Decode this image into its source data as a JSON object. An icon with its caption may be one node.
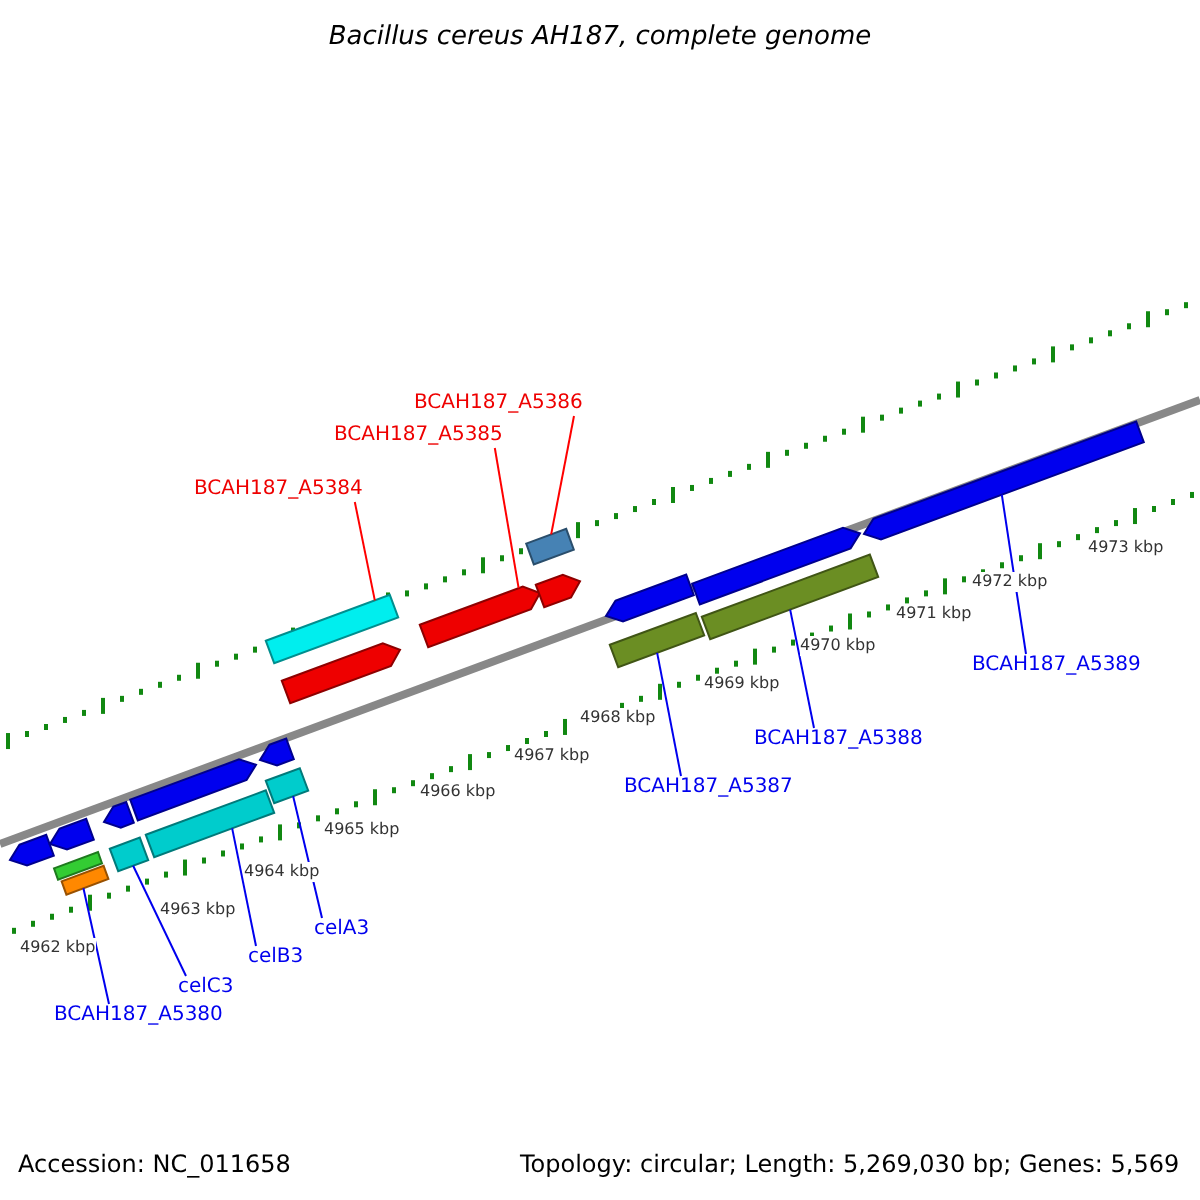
{
  "diagram": {
    "title": "Bacillus cereus AH187, complete genome",
    "nodes": [
      {
        "text": [
          "BCAH187_A5386"
        ]
      },
      {
        "text": [
          "BCAH187_A5385"
        ]
      },
      {
        "text": [
          "BCAH187_A5384"
        ]
      },
      {
        "text": [
          "BCAH187_A5389"
        ]
      },
      {
        "text": [
          "BCAH187_A5388"
        ]
      },
      {
        "text": [
          "BCAH187_A5387"
        ]
      },
      {
        "text": [
          "celA3"
        ]
      },
      {
        "text": [
          "celB3"
        ]
      },
      {
        "text": [
          "celC3"
        ]
      },
      {
        "text": [
          "BCAH187_A5380"
        ]
      },
      {
        "text": [],
        "shape": "bar"
      },
      {
        "text": [],
        "shape": "bar"
      },
      {
        "text": [],
        "shape": "bar"
      },
      {
        "text": [],
        "shape": "bar"
      },
      {
        "text": [],
        "shape": "bar"
      },
      {
        "text": [],
        "shape": "bar"
      },
      {
        "text": [],
        "shape": "bar"
      },
      {
        "text": [],
        "shape": "bar"
      },
      {
        "text": [],
        "shape": "bar"
      },
      {
        "text": [],
        "shape": "bar"
      },
      {
        "text": [],
        "shape": "bar"
      },
      {
        "text": [],
        "shape": "bar"
      },
      {
        "text": [],
        "shape": "bar"
      },
      {
        "text": [],
        "shape": "bar"
      },
      {
        "text": [],
        "shape": "bar"
      },
      {
        "text": [],
        "shape": "bar"
      },
      {
        "text": [],
        "shape": "bar"
      },
      {
        "text": [],
        "shape": "bar"
      },
      {
        "text": [],
        "shape": "bar"
      },
      {
        "text": [],
        "shape": "bar"
      }
    ],
    "edges": [
      {
        "from": 0,
        "to": 16,
        "arrow": "none",
        "color": "#ff0000"
      },
      {
        "from": 1,
        "to": 15,
        "arrow": "none",
        "color": "#ff0000"
      },
      {
        "from": 2,
        "to": 14,
        "arrow": "none",
        "color": "#ff0000"
      },
      {
        "from": 3,
        "to": 19,
        "arrow": "none"
      },
      {
        "from": 4,
        "to": 18,
        "arrow": "none"
      },
      {
        "from": 5,
        "to": 17,
        "arrow": "none"
      },
      {
        "from": 6,
        "to": 13,
        "arrow": "none"
      },
      {
        "from": 7,
        "to": 12,
        "arrow": "none"
      },
      {
        "from": 8,
        "to": 11,
        "arrow": "none"
      },
      {
        "from": 9,
        "to": 10,
        "arrow": "none"
      }
    ],
    "labels": [
      "4962 kbp",
      "4963 kbp",
      "4964 kbp",
      "4965 kbp",
      "4966 kbp",
      "4967 kbp",
      "4968 kbp",
      "4969 kbp",
      "4970 kbp",
      "4971 kbp",
      "4972 kbp",
      "4973 kbp",
      "Accession: NC_011658",
      "Topology: circular; Length: 5,269,030 bp; Genes: 5,569"
    ]
  }
}
